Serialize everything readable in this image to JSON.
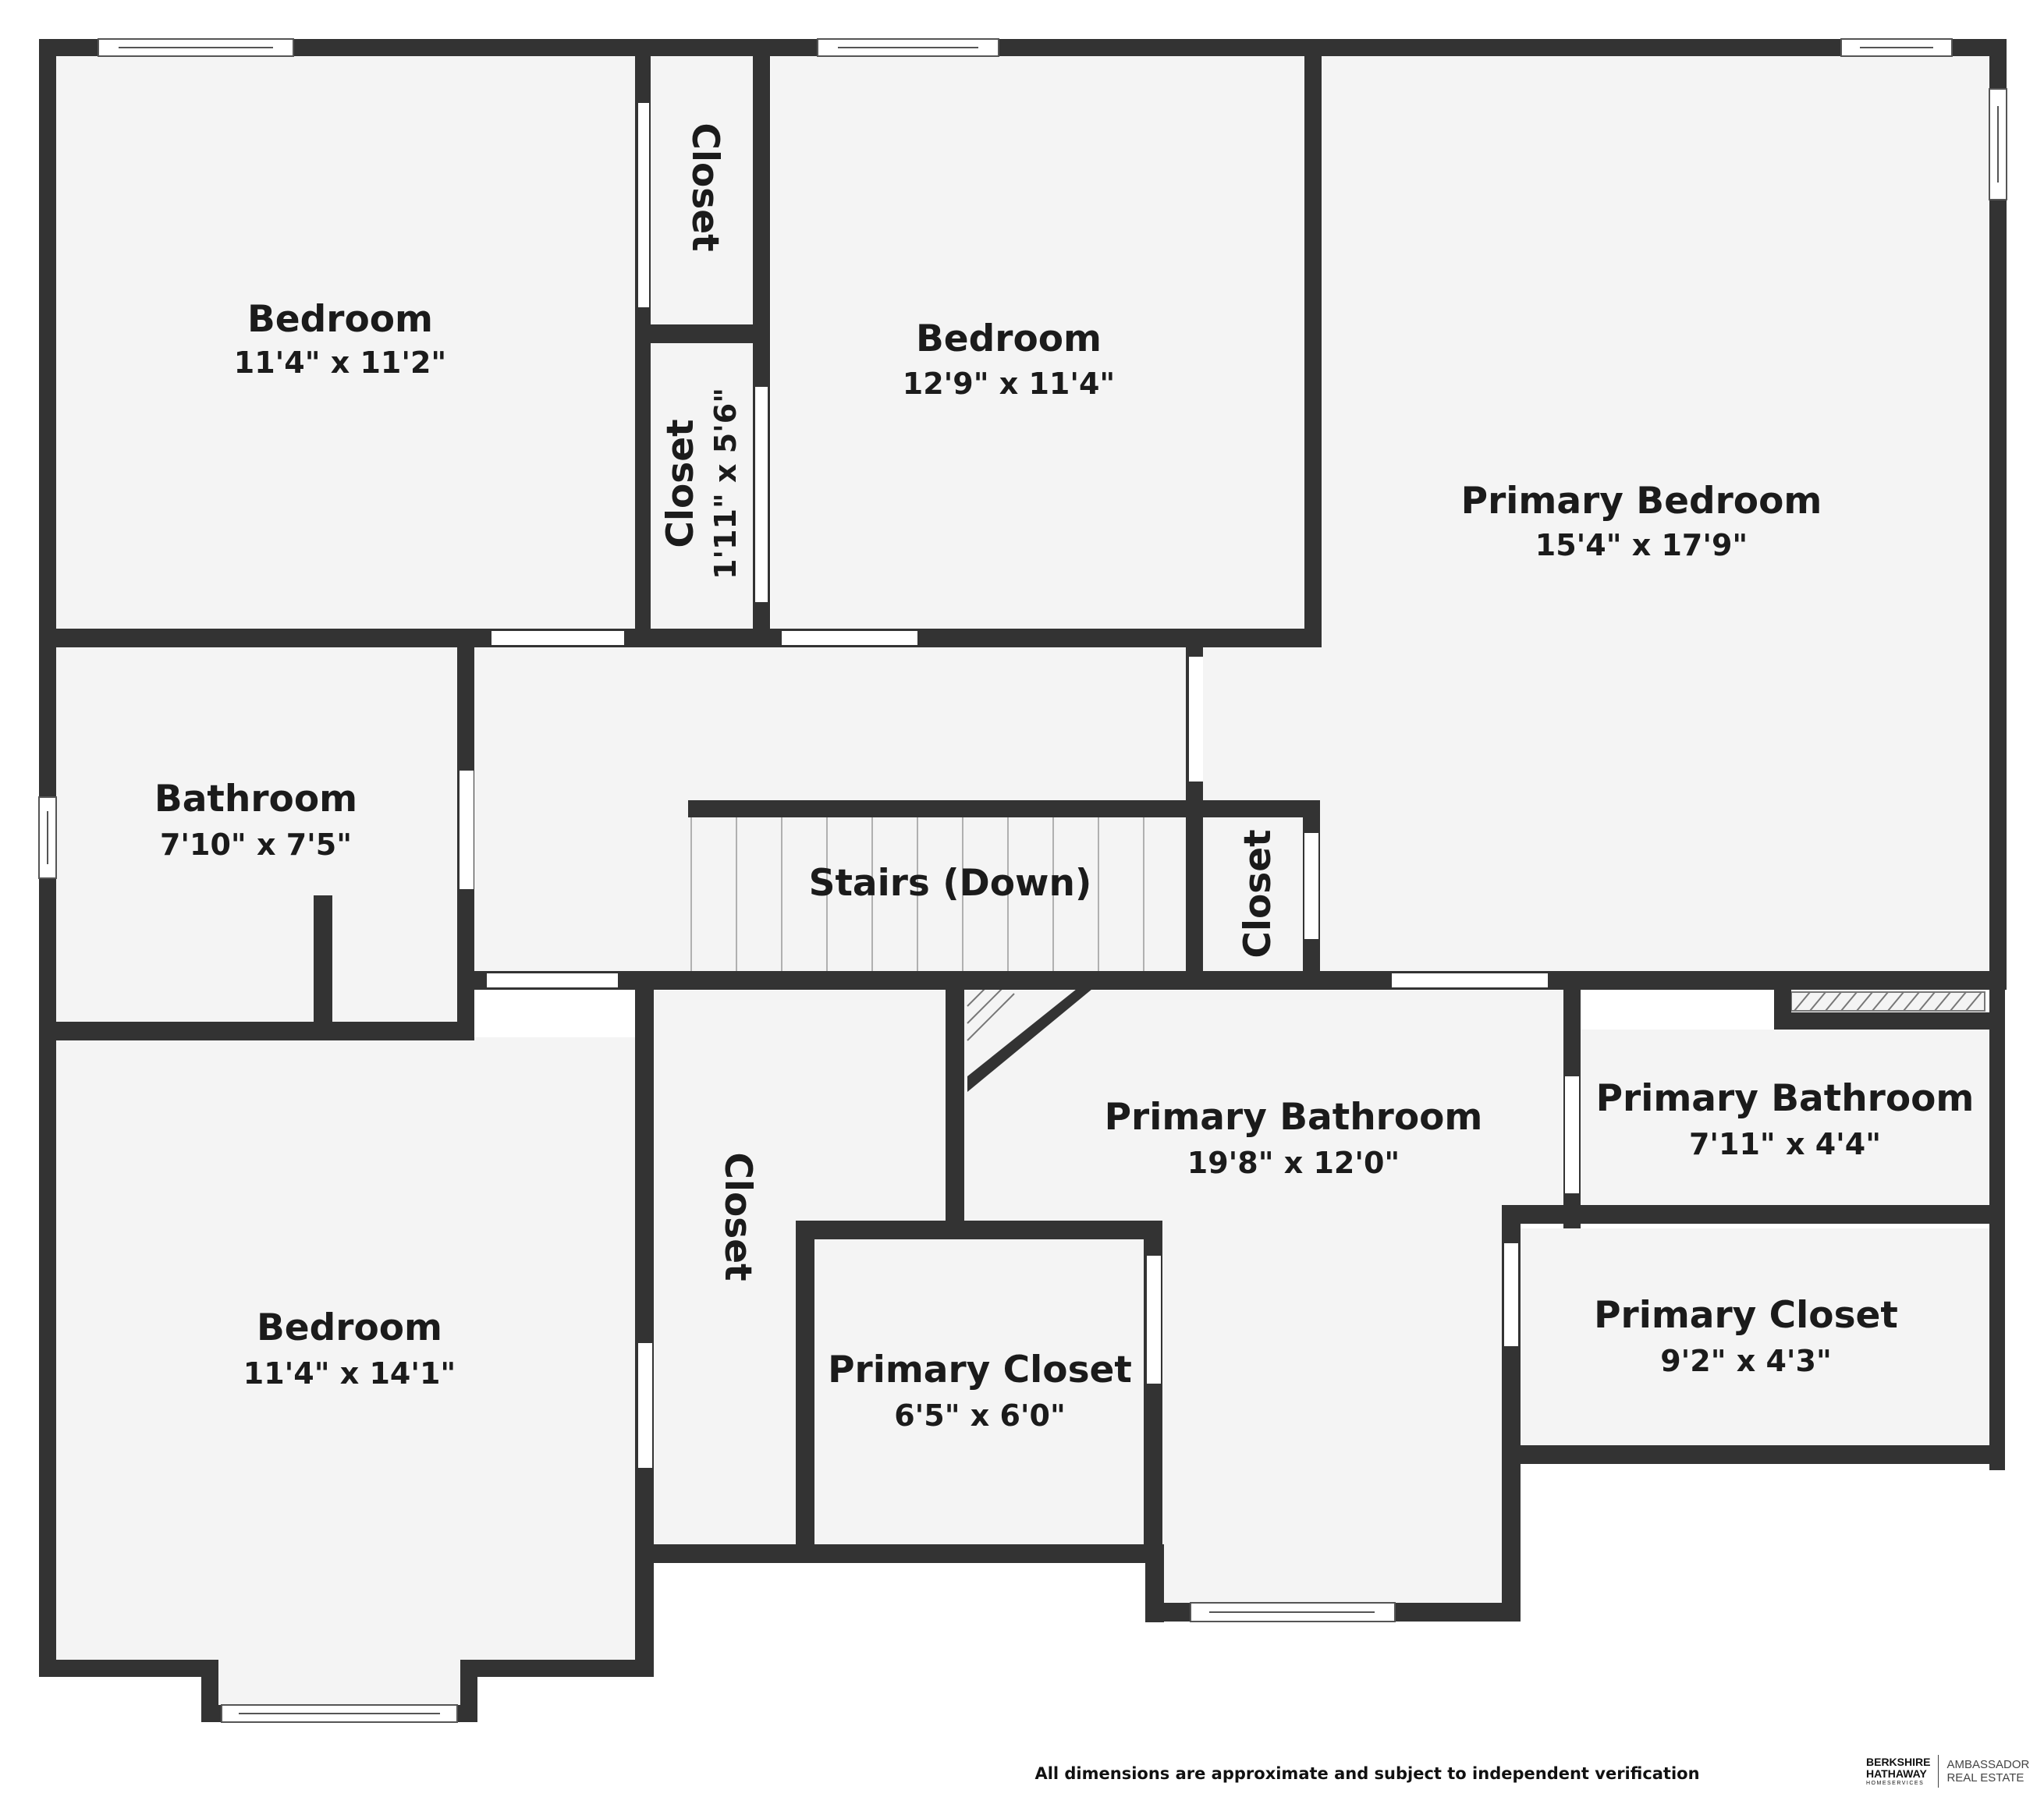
{
  "rooms": {
    "bedroom_nw": {
      "name": "Bedroom",
      "dims": "11'4\" x 11'2\""
    },
    "closet_top": {
      "name": "Closet"
    },
    "closet_mid": {
      "name": "Closet",
      "dims": "1'11\" x 5'6\""
    },
    "bedroom_n": {
      "name": "Bedroom",
      "dims": "12'9\" x 11'4\""
    },
    "primary_bedroom": {
      "name": "Primary Bedroom",
      "dims": "15'4\" x 17'9\""
    },
    "bathroom": {
      "name": "Bathroom",
      "dims": "7'10\" x 7'5\""
    },
    "stairs": {
      "name": "Stairs (Down)"
    },
    "closet_stairs": {
      "name": "Closet"
    },
    "primary_bath_main": {
      "name": "Primary Bathroom",
      "dims": "19'8\" x 12'0\""
    },
    "primary_bath_small": {
      "name": "Primary Bathroom",
      "dims": "7'11\" x 4'4\""
    },
    "closet_sw": {
      "name": "Closet"
    },
    "primary_closet_a": {
      "name": "Primary Closet",
      "dims": "6'5\" x 6'0\""
    },
    "primary_closet_b": {
      "name": "Primary Closet",
      "dims": "9'2\" x 4'3\""
    },
    "bedroom_sw": {
      "name": "Bedroom",
      "dims": "11'4\" x 14'1\""
    }
  },
  "footer": {
    "disclaimer": "All dimensions are approximate and subject to independent verification",
    "brand_line1": "BERKSHIRE",
    "brand_line2": "HATHAWAY",
    "brand_line3": "HOMESERVICES",
    "brand_side1": "AMBASSADOR",
    "brand_side2": "REAL ESTATE"
  },
  "colors": {
    "wall": "#333333",
    "floor": "#f4f4f4",
    "opening": "#ffffff",
    "text": "#1b1b1b"
  }
}
